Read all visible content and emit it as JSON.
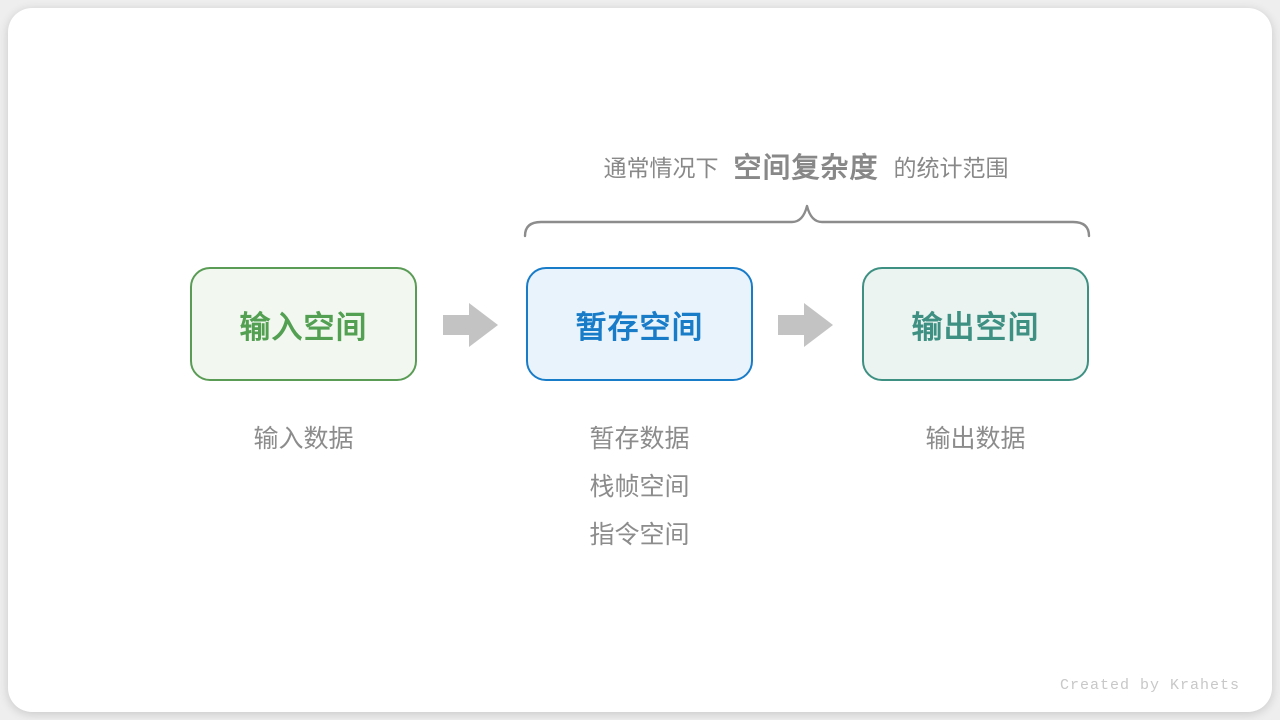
{
  "page": {
    "background_color": "#eeeeee",
    "card_color": "#ffffff"
  },
  "header": {
    "prefix": "通常情况下",
    "highlight": "空间复杂度",
    "suffix": "的统计范围",
    "text_color": "#888888"
  },
  "brace": {
    "color": "#8c8c8c"
  },
  "boxes": [
    {
      "label": "输入空间",
      "text_color": "#53a053",
      "border_color": "#5a9c55",
      "bg_color": "#f2f8f0",
      "sublabels": [
        "输入数据"
      ]
    },
    {
      "label": "暂存空间",
      "text_color": "#187cc9",
      "border_color": "#187cc9",
      "bg_color": "#e9f3fb",
      "sublabels": [
        "暂存数据",
        "栈帧空间",
        "指令空间"
      ]
    },
    {
      "label": "输出空间",
      "text_color": "#3d9082",
      "border_color": "#3d9082",
      "bg_color": "#ebf4f1",
      "sublabels": [
        "输出数据"
      ]
    }
  ],
  "arrows": {
    "color": "#c3c3c3"
  },
  "sublabel_color": "#8c8c8c",
  "attribution": {
    "text": "Created by Krahets",
    "color": "#c8c8c8"
  }
}
